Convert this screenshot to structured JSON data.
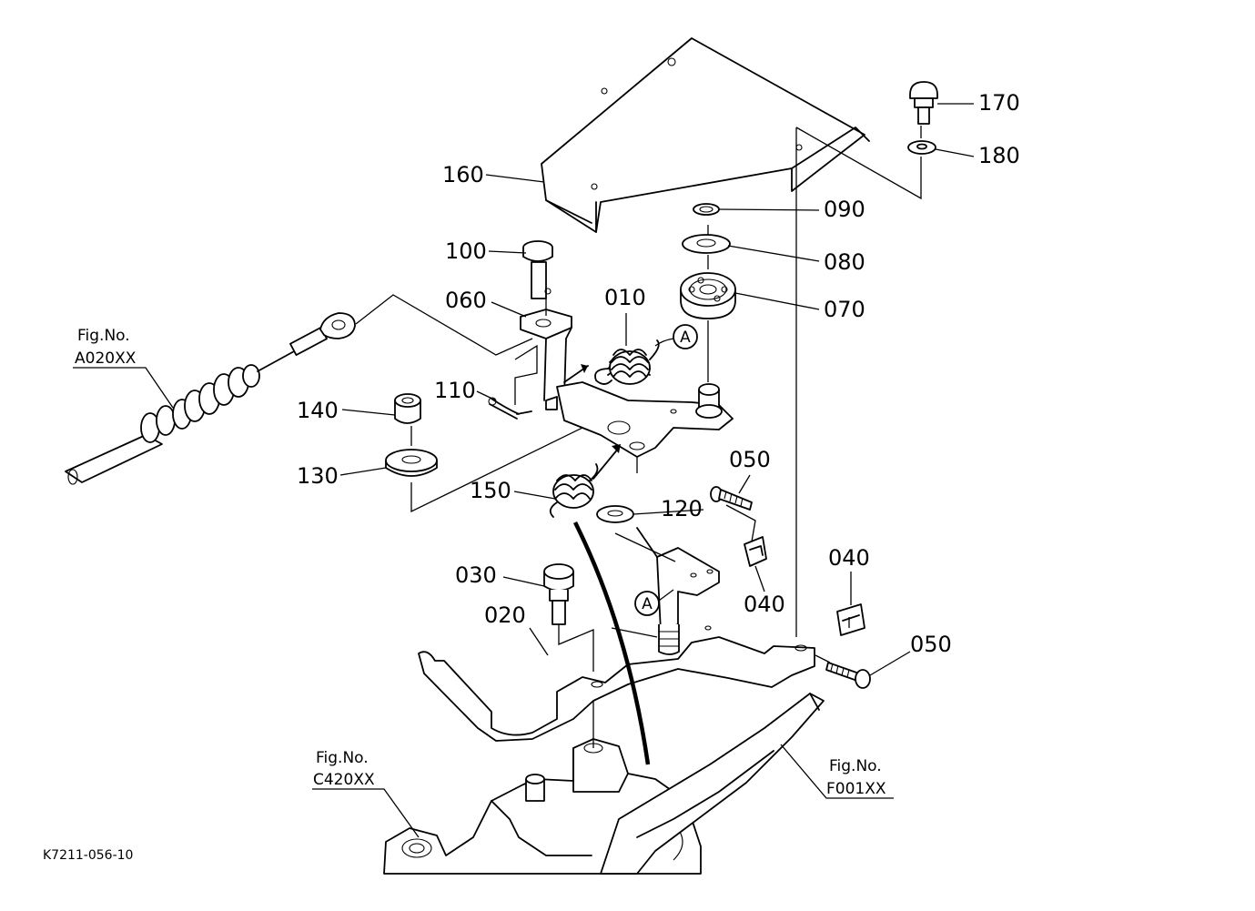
{
  "diagram_code": "K7211-056-10",
  "part_labels": {
    "p010": "010",
    "p020": "020",
    "p030": "030",
    "p040a": "040",
    "p040b": "040",
    "p050a": "050",
    "p050b": "050",
    "p060": "060",
    "p070": "070",
    "p080": "080",
    "p090": "090",
    "p100": "100",
    "p110": "110",
    "p120": "120",
    "p130": "130",
    "p140": "140",
    "p150": "150",
    "p160": "160",
    "p170": "170",
    "p180": "180"
  },
  "detail_marks": {
    "a1": "A",
    "a2": "A"
  },
  "figure_refs": {
    "a020": {
      "title": "Fig.No.",
      "code": "A020XX"
    },
    "c420": {
      "title": "Fig.No.",
      "code": "C420XX"
    },
    "f001": {
      "title": "Fig.No.",
      "code": "F001XX"
    }
  }
}
